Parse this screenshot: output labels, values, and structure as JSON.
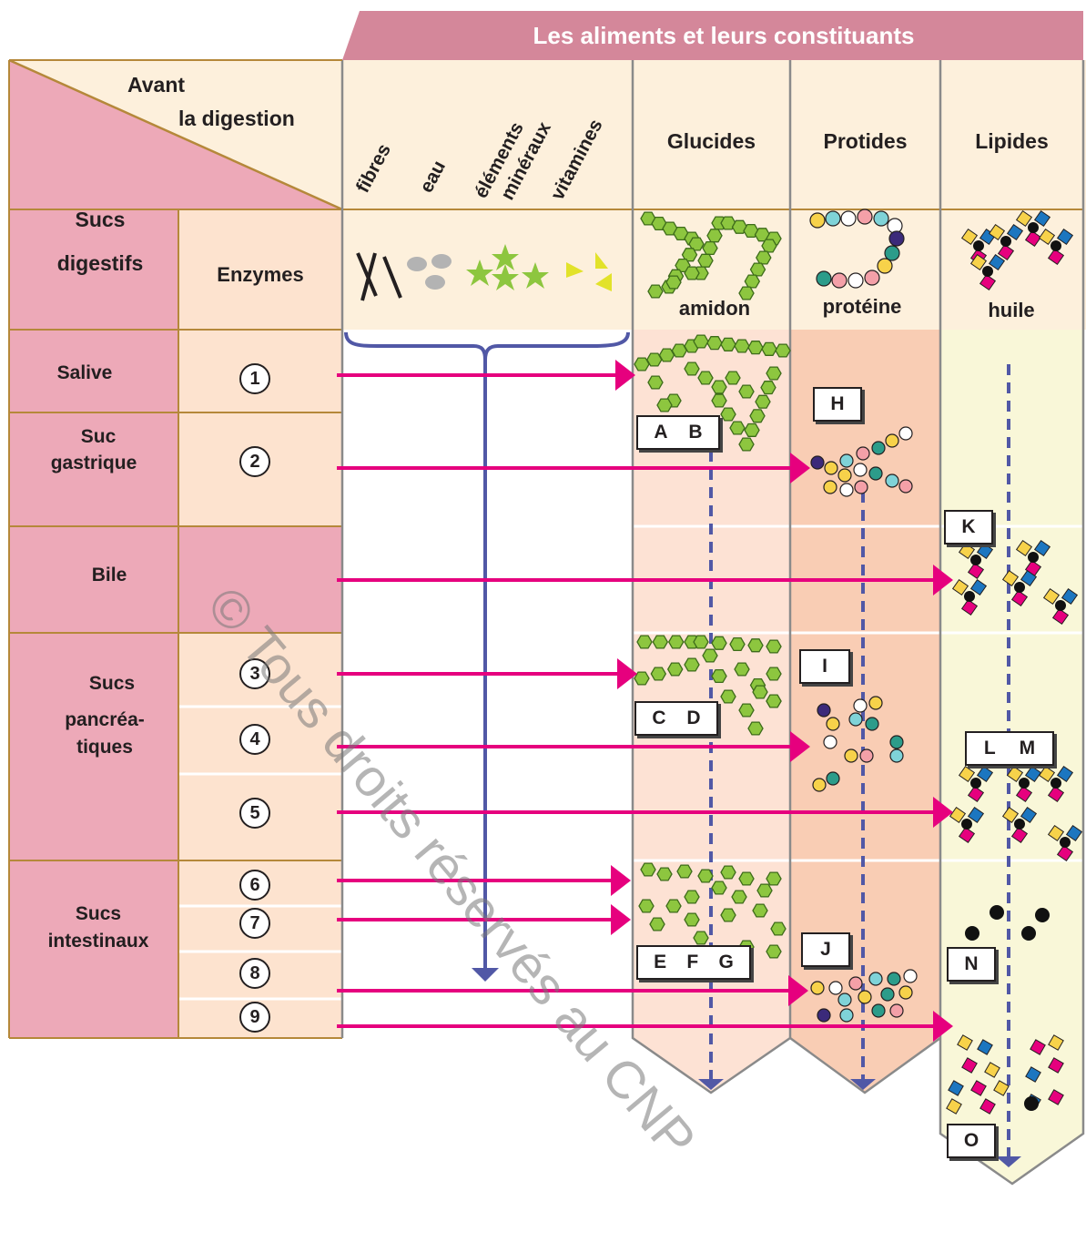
{
  "title": "Les aliments et leurs constituants",
  "corner": {
    "line1": "Avant",
    "line2": "la digestion",
    "left_line1": "Sucs",
    "left_line2": "digestifs",
    "enzymes": "Enzymes"
  },
  "columns": {
    "fibres": "fibres",
    "eau": "eau",
    "mineraux_1": "éléments",
    "mineraux_2": "minéraux",
    "vitamines": "vitamines",
    "glucides": "Glucides",
    "protides": "Protides",
    "lipides": "Lipides"
  },
  "foods": {
    "amidon": "amidon",
    "proteine": "protéine",
    "huile": "huile"
  },
  "rows": {
    "salive": "Salive",
    "suc_gastrique_1": "Suc",
    "suc_gastrique_2": "gastrique",
    "bile": "Bile",
    "pancreatiques_1": "Sucs",
    "pancreatiques_2": "pancréa-",
    "pancreatiques_3": "tiques",
    "intestinaux_1": "Sucs",
    "intestinaux_2": "intestinaux"
  },
  "enzyme_numbers": [
    "1",
    "2",
    "3",
    "4",
    "5",
    "6",
    "7",
    "8",
    "9"
  ],
  "answer_boxes": {
    "ab": [
      "A",
      "B"
    ],
    "h": "H",
    "k": "K",
    "cd": [
      "C",
      "D"
    ],
    "i": "I",
    "lm": [
      "L",
      "M"
    ],
    "efg": [
      "E",
      "F",
      "G"
    ],
    "j": "J",
    "n": "N",
    "o": "O"
  },
  "watermark": "© Tous droits réservés au CNP",
  "colors": {
    "banner": "#d4879a",
    "left_pink": "#eda9b8",
    "enzyme_col": "#fde3cf",
    "header_bg": "#fdf0dc",
    "glucides_bg": "#fde2d4",
    "protides_bg": "#f9cdb4",
    "lipides_bg": "#f9f7d8",
    "arrow_magenta": "#e6007e",
    "arrow_blue": "#5158a6",
    "molecule_green": "#8dc63f",
    "border": "#8a8a8a",
    "border_brown": "#b5883a"
  }
}
